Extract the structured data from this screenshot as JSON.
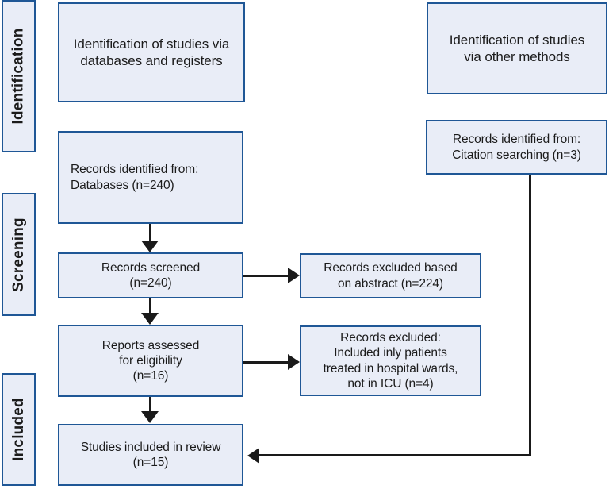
{
  "diagram": {
    "title": "PRISMA study selection flow diagram",
    "colors": {
      "box_fill": "#e9edf7",
      "box_border": "#1f5796",
      "connector": "#1a1a1a",
      "background": "#ffffff",
      "text": "#1b1b1b"
    }
  },
  "stages": [
    {
      "label": "Identification"
    },
    {
      "label": "Screening"
    },
    {
      "label": "Included"
    }
  ],
  "headers": [
    {
      "label": "Identification of studies via\ndatabases and registers"
    },
    {
      "label": "Identification of studies\nvia other methods"
    }
  ],
  "nodes": {
    "databases": {
      "label": "Records identified from:\nDatabases (n=240)",
      "count": 240,
      "count_label": "n=240"
    },
    "citation_searching": {
      "label": "Records identified from:\nCitation searching (n=3)",
      "count": 3,
      "count_label": "n=3"
    },
    "screened": {
      "label": "Records screened\n(n=240)",
      "count": 240,
      "count_label": "n=240"
    },
    "excluded_abstract": {
      "label": "Records excluded based\non abstract (n=224)",
      "count": 224,
      "count_label": "n=224"
    },
    "assessed": {
      "label": "Reports assessed\nfor eligibility\n(n=16)",
      "count": 16,
      "count_label": "n=16"
    },
    "excluded_wards": {
      "label": "Records excluded:\nIncluded inly patients\ntreated in hospital wards,\nnot in ICU (n=4)",
      "count": 4,
      "count_label": "n=4"
    },
    "included": {
      "label": "Studies included in review\n(n=15)",
      "count": 15,
      "count_label": "n=15"
    }
  },
  "chart_data": {
    "type": "diagram",
    "title": "PRISMA flow diagram",
    "nodes": [
      {
        "id": "header-databases",
        "text": "Identification of studies via databases and registers",
        "stage": "Identification"
      },
      {
        "id": "header-other",
        "text": "Identification of studies via other methods",
        "stage": "Identification"
      },
      {
        "id": "databases",
        "text": "Records identified from: Databases (n=240)",
        "stage": "Identification",
        "n": 240
      },
      {
        "id": "citation",
        "text": "Records identified from: Citation searching (n=3)",
        "stage": "Identification",
        "n": 3
      },
      {
        "id": "screened",
        "text": "Records screened (n=240)",
        "stage": "Screening",
        "n": 240
      },
      {
        "id": "excluded-abstract",
        "text": "Records excluded based on abstract (n=224)",
        "stage": "Screening",
        "n": 224
      },
      {
        "id": "assessed",
        "text": "Reports assessed for eligibility (n=16)",
        "stage": "Screening",
        "n": 16
      },
      {
        "id": "excluded-wards",
        "text": "Records excluded: Included inly patients treated in hospital wards, not in ICU (n=4)",
        "stage": "Screening",
        "n": 4
      },
      {
        "id": "included",
        "text": "Studies included in review (n=15)",
        "stage": "Included",
        "n": 15
      }
    ],
    "edges": [
      {
        "from": "databases",
        "to": "screened",
        "direction": "down"
      },
      {
        "from": "screened",
        "to": "excluded-abstract",
        "direction": "right"
      },
      {
        "from": "screened",
        "to": "assessed",
        "direction": "down"
      },
      {
        "from": "assessed",
        "to": "excluded-wards",
        "direction": "right"
      },
      {
        "from": "assessed",
        "to": "included",
        "direction": "down"
      },
      {
        "from": "citation",
        "to": "included",
        "direction": "down-then-left"
      }
    ]
  }
}
